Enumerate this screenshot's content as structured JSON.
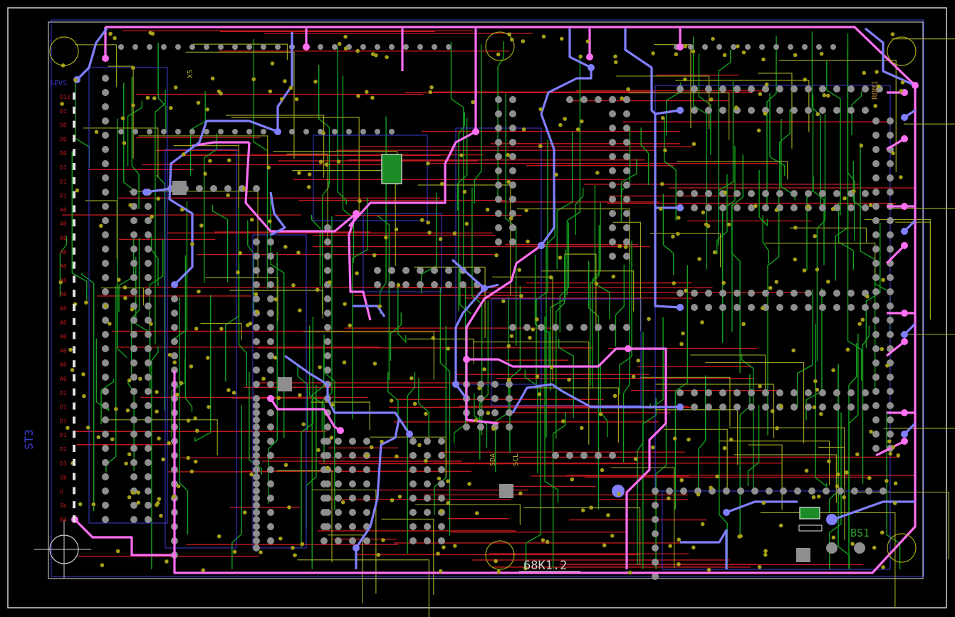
{
  "canvas": {
    "background": "#000000"
  },
  "colors": {
    "outline": "#d8d8d8",
    "top_copper": "#c0191e",
    "bottom_copper": "#14a01e",
    "inner_olive": "#9aa01e",
    "power_pink": "#ff6ff2",
    "power_blue": "#8080ff",
    "pad_gray": "#8e8e8e",
    "via_olive": "#a5a018",
    "silkscreen_blue": "#3b3bd6",
    "marker_green": "#2ea02e",
    "component_green": "#1c8c28"
  },
  "labels": {
    "board_name": "68K1.2",
    "left_connector": "ST3",
    "connector_top": "SEVS",
    "rom_label": "ROM1",
    "bs_label": "BS1",
    "sda": "SDA",
    "scl": "SCL",
    "jumper_x": "X5"
  },
  "connector_pin_labels": [
    "D13",
    "D1",
    "D0",
    "D0",
    "D0",
    "D1",
    "D1",
    "D1",
    "A0",
    "A0",
    "A0",
    "A0",
    "A0",
    "A0",
    "A0",
    "A0",
    "A0",
    "A0",
    "A0",
    "A0",
    "A0",
    "D1",
    "D1",
    "D1",
    "D1",
    "D2",
    "D1",
    "Sb",
    "U",
    "Sb",
    "B4"
  ]
}
